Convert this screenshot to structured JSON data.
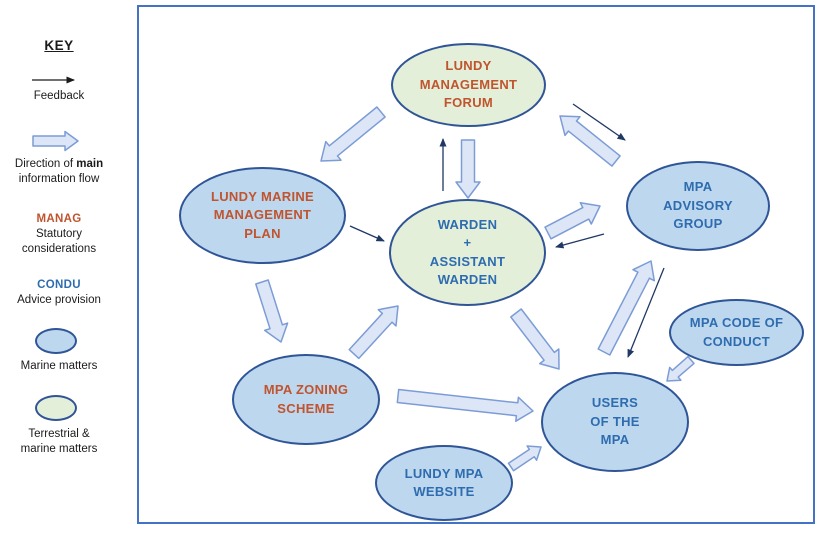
{
  "key": {
    "title": "KEY",
    "feedback_label": "Feedback",
    "main_flow_prefix": "Direction of ",
    "main_flow_bold": "main",
    "main_flow_suffix": "information flow",
    "manag_code": "MANAG",
    "manag_desc": "Statutory\nconsiderations",
    "condu_code": "CONDU",
    "condu_desc": "Advice provision",
    "marine_swatch_label": "Marine matters",
    "terrestrial_swatch_label": "Terrestrial &\nmarine matters"
  },
  "colors": {
    "frame_border": "#4472C4",
    "node_border": "#2F5597",
    "marine_fill": "#BDD7EE",
    "terrestrial_fill": "#E3EFD9",
    "statutory_text": "#C0542E",
    "advice_text": "#2E6CB0",
    "block_arrow_fill": "#DCE6F6",
    "block_arrow_border": "#7C9CD6",
    "feedback_arrow": "#1F3864"
  },
  "diagram": {
    "nodes": [
      {
        "id": "forum",
        "label": "LUNDY\nMANAGEMENT\nFORUM",
        "category": "terrestrial-marine",
        "text_role": "statutory"
      },
      {
        "id": "plan",
        "label": "LUNDY MARINE\nMANAGEMENT\nPLAN",
        "category": "marine",
        "text_role": "statutory"
      },
      {
        "id": "warden",
        "label": "WARDEN\n+\nASSISTANT\nWARDEN",
        "category": "terrestrial-marine",
        "text_role": "advice"
      },
      {
        "id": "advisory",
        "label": "MPA\nADVISORY\nGROUP",
        "category": "marine",
        "text_role": "advice"
      },
      {
        "id": "conduct",
        "label": "MPA CODE OF\nCONDUCT",
        "category": "marine",
        "text_role": "advice"
      },
      {
        "id": "zoning",
        "label": "MPA ZONING\nSCHEME",
        "category": "marine",
        "text_role": "statutory"
      },
      {
        "id": "users",
        "label": "USERS\nOF THE\nMPA",
        "category": "marine",
        "text_role": "advice"
      },
      {
        "id": "website",
        "label": "LUNDY MPA\nWEBSITE",
        "category": "marine",
        "text_role": "advice"
      }
    ],
    "edges": [
      {
        "from": "forum",
        "to": "plan",
        "kind": "main"
      },
      {
        "from": "forum",
        "to": "warden",
        "kind": "main"
      },
      {
        "from": "advisory",
        "to": "forum",
        "kind": "main"
      },
      {
        "from": "warden",
        "to": "advisory",
        "kind": "main"
      },
      {
        "from": "plan",
        "to": "zoning",
        "kind": "main"
      },
      {
        "from": "zoning",
        "to": "warden",
        "kind": "main"
      },
      {
        "from": "warden",
        "to": "users",
        "kind": "main"
      },
      {
        "from": "zoning",
        "to": "users",
        "kind": "main"
      },
      {
        "from": "users",
        "to": "advisory",
        "kind": "main"
      },
      {
        "from": "conduct",
        "to": "users",
        "kind": "main"
      },
      {
        "from": "website",
        "to": "users",
        "kind": "main"
      },
      {
        "from": "warden",
        "to": "forum",
        "kind": "feedback"
      },
      {
        "from": "forum",
        "to": "advisory",
        "kind": "feedback"
      },
      {
        "from": "plan",
        "to": "warden",
        "kind": "feedback"
      },
      {
        "from": "advisory",
        "to": "warden",
        "kind": "feedback"
      },
      {
        "from": "advisory",
        "to": "users",
        "kind": "feedback"
      }
    ]
  }
}
